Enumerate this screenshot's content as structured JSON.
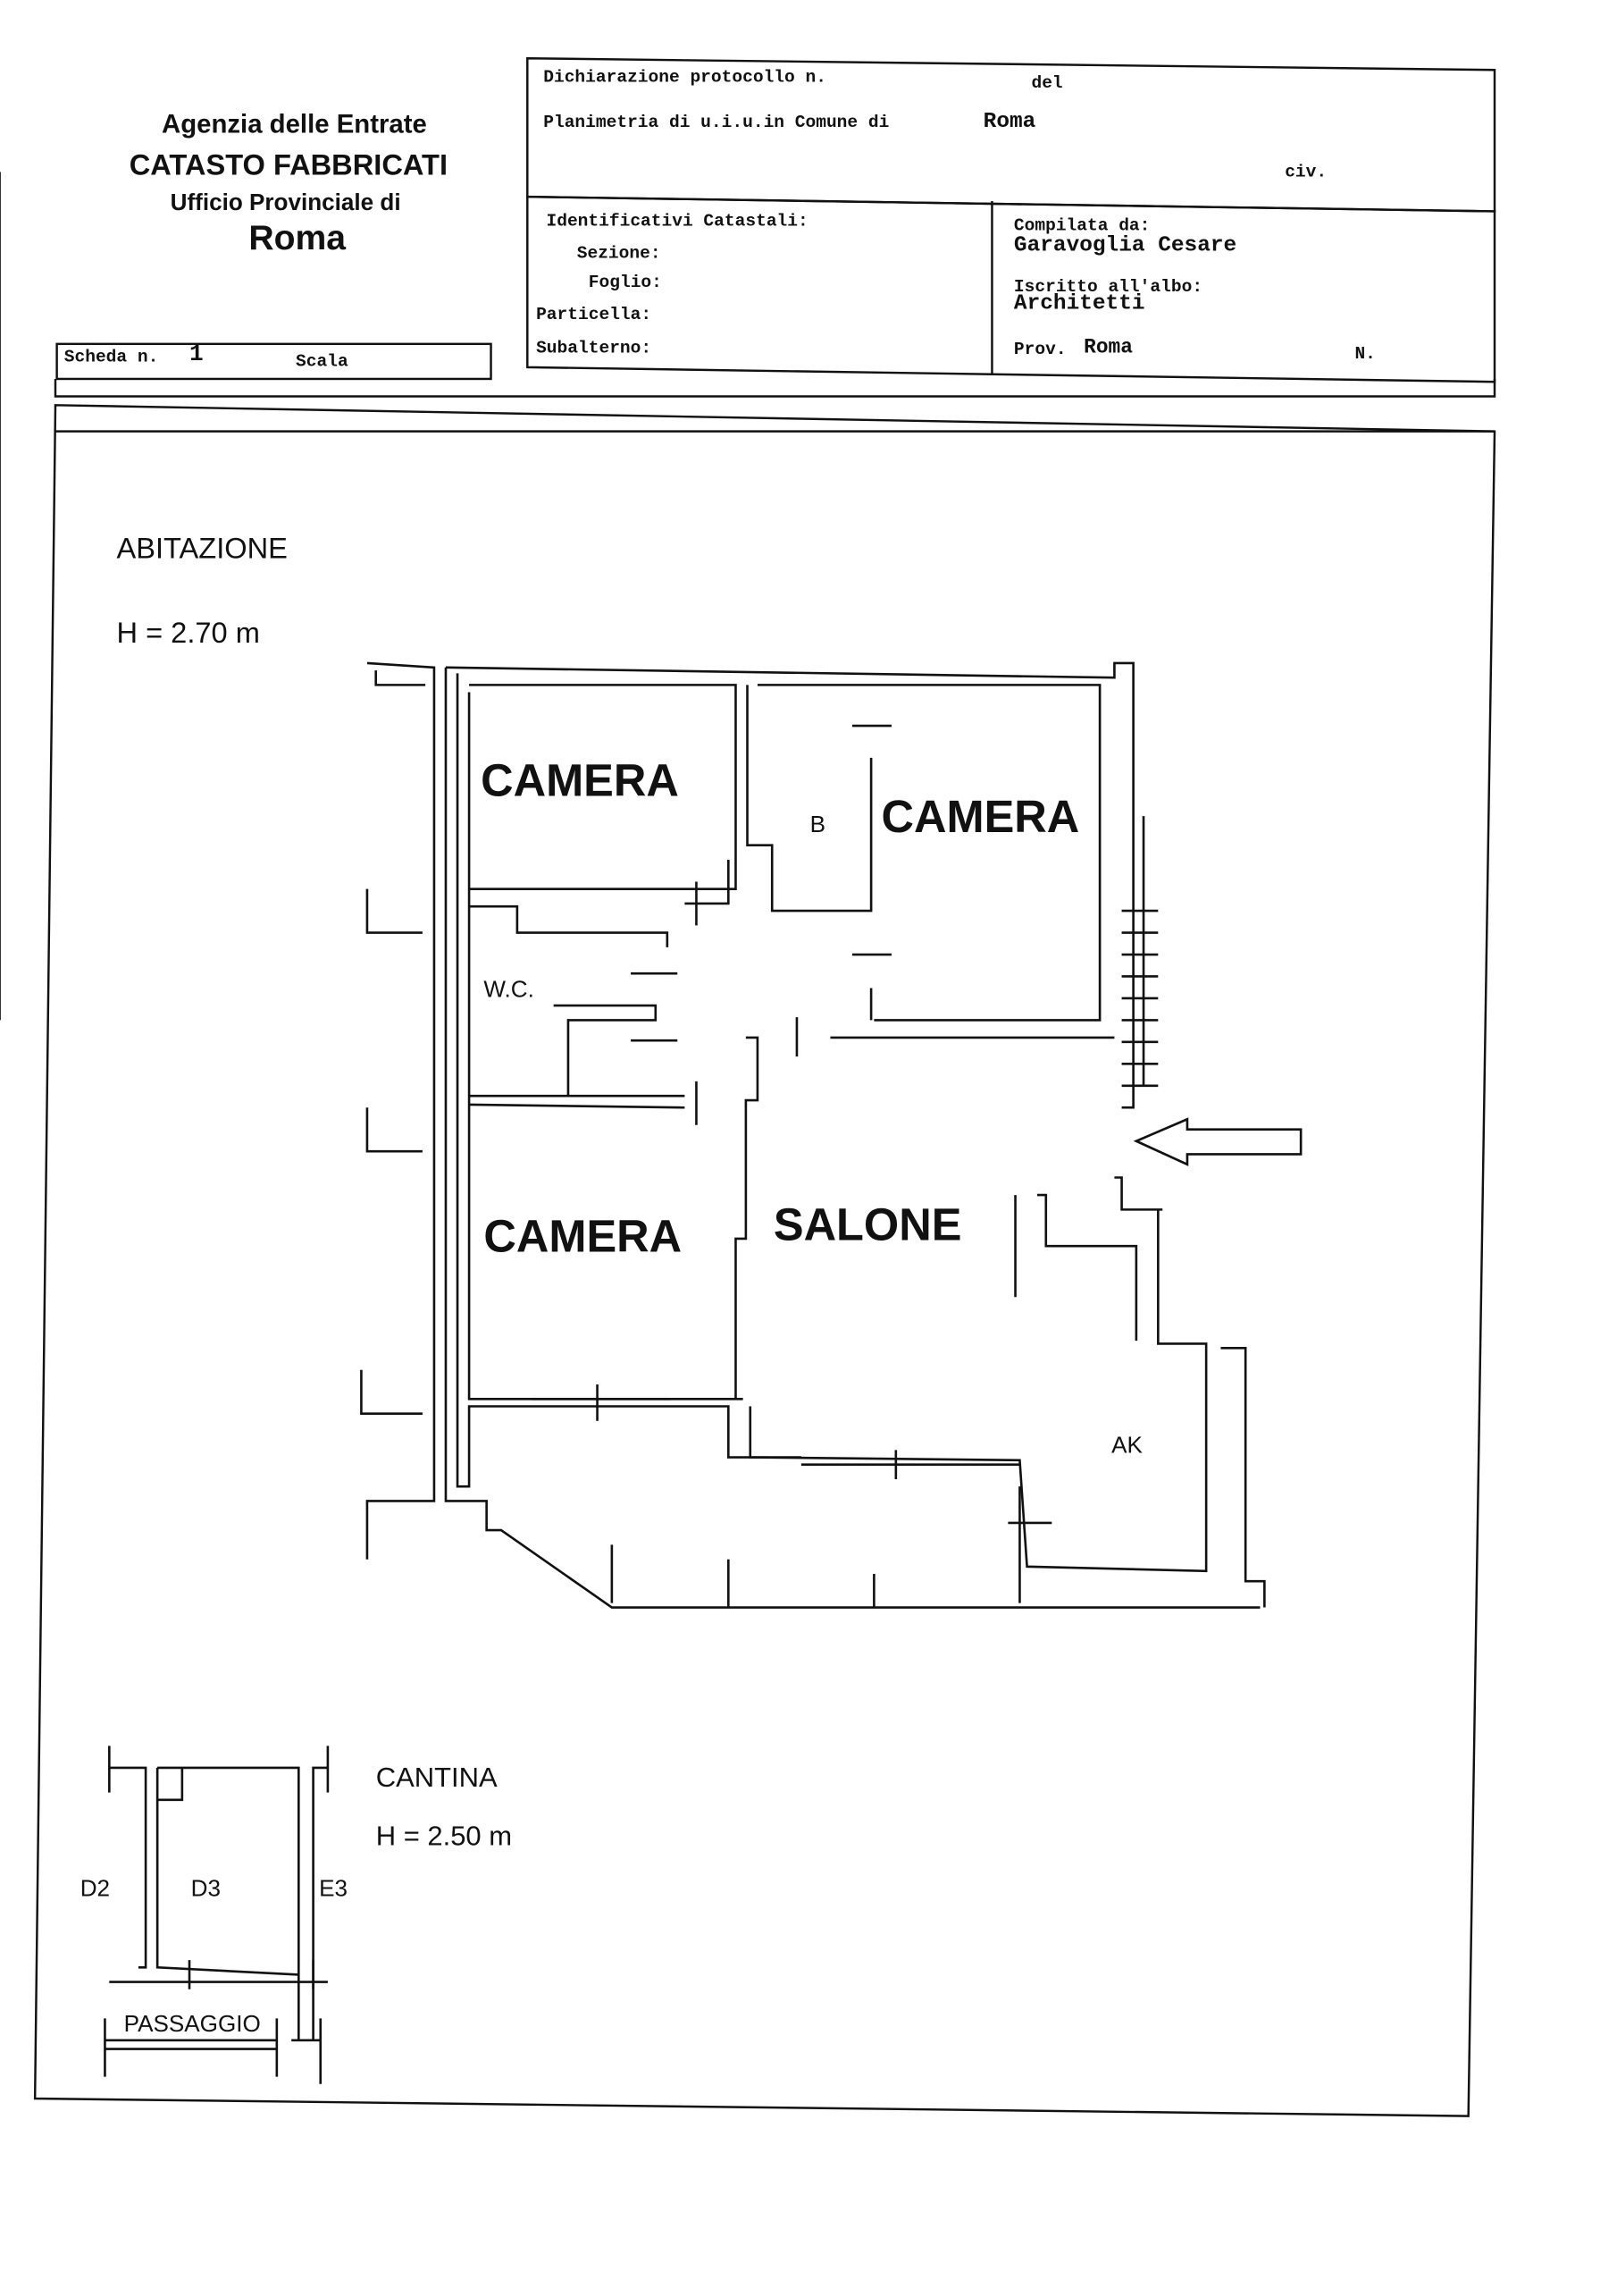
{
  "header": {
    "agency": "Agenzia delle Entrate",
    "department": "CATASTO FABBRICATI",
    "office": "Ufficio Provinciale di",
    "city": "Roma"
  },
  "scheda": {
    "label": "Scheda n.",
    "number": "1",
    "scale_label": "Scala"
  },
  "declaration": {
    "protocol_label": "Dichiarazione protocollo n.",
    "date_label": "del",
    "plan_label": "Planimetria di u.i.u.in Comune di",
    "comune": "Roma",
    "civ_label": "civ."
  },
  "identifiers": {
    "title": "Identificativi Catastali:",
    "sezione": "Sezione:",
    "foglio": "Foglio:",
    "particella": "Particella:",
    "subalterno": "Subalterno:"
  },
  "compiler": {
    "label": "Compilata da:",
    "name": "Garavoglia Cesare",
    "register_label": "Iscritto all'albo:",
    "register": "Architetti",
    "prov_label": "Prov.",
    "prov": "Roma",
    "number_label": "N."
  },
  "plan": {
    "section_title": "ABITAZIONE",
    "height": "H = 2.70 m",
    "rooms": {
      "camera_1": "CAMERA",
      "camera_2": "CAMERA",
      "camera_3": "CAMERA",
      "bath": "B",
      "wc": "W.C.",
      "salone": "SALONE",
      "kitchen": "AK"
    }
  },
  "cellar": {
    "section_title": "CANTINA",
    "height": "H = 2.50 m",
    "labels": {
      "d2": "D2",
      "d3": "D3",
      "e3": "E3",
      "passage": "PASSAGGIO"
    }
  }
}
